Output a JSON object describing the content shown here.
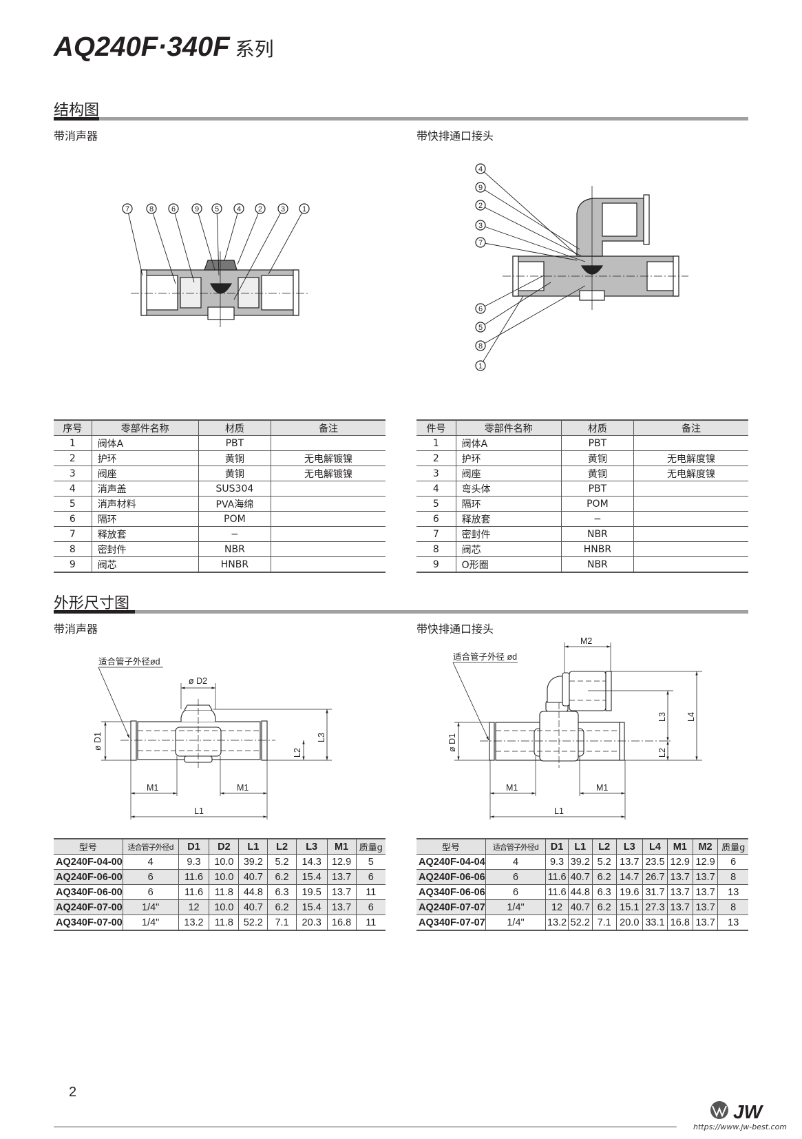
{
  "header": {
    "title": "AQ240F·340F",
    "title_suffix": "系列"
  },
  "sections": {
    "structure": {
      "title": "结构图",
      "left_subtitle": "带消声器",
      "right_subtitle": "带快排通口接头"
    },
    "dimensions": {
      "title": "外形尺寸图",
      "left_subtitle": "带消声器",
      "right_subtitle": "带快排通口接头"
    }
  },
  "structure_left_callouts": [
    "7",
    "8",
    "6",
    "9",
    "5",
    "4",
    "2",
    "3",
    "1"
  ],
  "structure_right_callouts": [
    "4",
    "9",
    "2",
    "3",
    "7",
    "6",
    "5",
    "8",
    "1"
  ],
  "parts_left": {
    "headers": [
      "序号",
      "零部件名称",
      "材质",
      "备注"
    ],
    "rows": [
      [
        "1",
        "阀体A",
        "PBT",
        ""
      ],
      [
        "2",
        "护环",
        "黄铜",
        "无电解镀镍"
      ],
      [
        "3",
        "阀座",
        "黄铜",
        "无电解镀镍"
      ],
      [
        "4",
        "消声盖",
        "SUS304",
        ""
      ],
      [
        "5",
        "消声材料",
        "PVA海绵",
        ""
      ],
      [
        "6",
        "隔环",
        "POM",
        ""
      ],
      [
        "7",
        "释放套",
        "−",
        ""
      ],
      [
        "8",
        "密封件",
        "NBR",
        ""
      ],
      [
        "9",
        "阀芯",
        "HNBR",
        ""
      ]
    ]
  },
  "parts_right": {
    "headers": [
      "件号",
      "零部件名称",
      "材质",
      "备注"
    ],
    "rows": [
      [
        "1",
        "阀体A",
        "PBT",
        ""
      ],
      [
        "2",
        "护环",
        "黄铜",
        "无电解度镍"
      ],
      [
        "3",
        "阀座",
        "黄铜",
        "无电解度镍"
      ],
      [
        "4",
        "弯头体",
        "PBT",
        ""
      ],
      [
        "5",
        "隔环",
        "POM",
        ""
      ],
      [
        "6",
        "释放套",
        "−",
        ""
      ],
      [
        "7",
        "密封件",
        "NBR",
        ""
      ],
      [
        "8",
        "阀芯",
        "HNBR",
        ""
      ],
      [
        "9",
        "O形圈",
        "NBR",
        ""
      ]
    ]
  },
  "dim_left_labels": {
    "tube": "适合管子外径ød",
    "D2": "ø D2",
    "D1": "ø D1",
    "L2": "L2",
    "L3": "L3",
    "M1a": "M1",
    "M1b": "M1",
    "L1": "L1"
  },
  "dim_right_labels": {
    "tube": "适合管子外径 ød",
    "M2": "M2",
    "D1": "ø D1",
    "L2": "L2",
    "L3": "L3",
    "L4": "L4",
    "M1a": "M1",
    "M1b": "M1",
    "L1": "L1"
  },
  "dims_left": {
    "headers": [
      "型号",
      "适合管子外径d",
      "D1",
      "D2",
      "L1",
      "L2",
      "L3",
      "M1",
      "质量g"
    ],
    "rows": [
      [
        "AQ240F-04-00",
        "4",
        "9.3",
        "10.0",
        "39.2",
        "5.2",
        "14.3",
        "12.9",
        "5"
      ],
      [
        "AQ240F-06-00",
        "6",
        "11.6",
        "10.0",
        "40.7",
        "6.2",
        "15.4",
        "13.7",
        "6"
      ],
      [
        "AQ340F-06-00",
        "6",
        "11.6",
        "11.8",
        "44.8",
        "6.3",
        "19.5",
        "13.7",
        "11"
      ],
      [
        "AQ240F-07-00",
        "1/4\"",
        "12",
        "10.0",
        "40.7",
        "6.2",
        "15.4",
        "13.7",
        "6"
      ],
      [
        "AQ340F-07-00",
        "1/4\"",
        "13.2",
        "11.8",
        "52.2",
        "7.1",
        "20.3",
        "16.8",
        "11"
      ]
    ]
  },
  "dims_right": {
    "headers": [
      "型号",
      "适合管子外径d",
      "D1",
      "L1",
      "L2",
      "L3",
      "L4",
      "M1",
      "M2",
      "质量g"
    ],
    "rows": [
      [
        "AQ240F-04-04",
        "4",
        "9.3",
        "39.2",
        "5.2",
        "13.7",
        "23.5",
        "12.9",
        "12.9",
        "6"
      ],
      [
        "AQ240F-06-06",
        "6",
        "11.6",
        "40.7",
        "6.2",
        "14.7",
        "26.7",
        "13.7",
        "13.7",
        "8"
      ],
      [
        "AQ340F-06-06",
        "6",
        "11.6",
        "44.8",
        "6.3",
        "19.6",
        "31.7",
        "13.7",
        "13.7",
        "13"
      ],
      [
        "AQ240F-07-07",
        "1/4\"",
        "12",
        "40.7",
        "6.2",
        "15.1",
        "27.3",
        "13.7",
        "13.7",
        "8"
      ],
      [
        "AQ340F-07-07",
        "1/4\"",
        "13.2",
        "52.2",
        "7.1",
        "20.0",
        "33.1",
        "16.8",
        "13.7",
        "13"
      ]
    ]
  },
  "footer": {
    "page_number": "2",
    "brand": "JW",
    "url": "https://www.jw-best.com"
  },
  "colors": {
    "text": "#231f20",
    "rule": "#a0a0a0",
    "header_bg": "#e3e3e3",
    "shade": "#e6e6e6"
  }
}
